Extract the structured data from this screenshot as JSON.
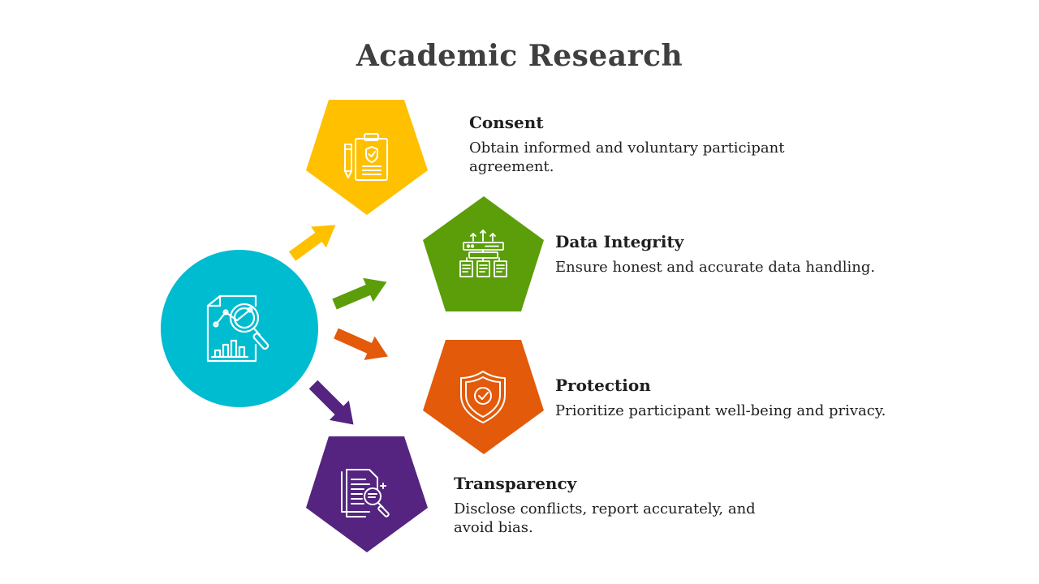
{
  "title": "Academic Research",
  "colors": {
    "center": "#00BCD0",
    "consent": "#FFC000",
    "integrity": "#5B9E0A",
    "protection": "#E25A0A",
    "transparency": "#542480",
    "title_text": "#3f3f3f"
  },
  "center": {
    "icon": "research-report-magnifier-icon"
  },
  "items": [
    {
      "heading": "Consent",
      "description": "Obtain informed and voluntary participant agreement.",
      "icon": "clipboard-shield-icon"
    },
    {
      "heading": "Data Integrity",
      "description": "Ensure honest and accurate data handling.",
      "icon": "data-server-icon"
    },
    {
      "heading": "Protection",
      "description": "Prioritize participant well-being and privacy.",
      "icon": "shield-check-icon"
    },
    {
      "heading": "Transparency",
      "description": "Disclose conflicts, report accurately, and avoid bias.",
      "icon": "document-search-icon"
    }
  ]
}
